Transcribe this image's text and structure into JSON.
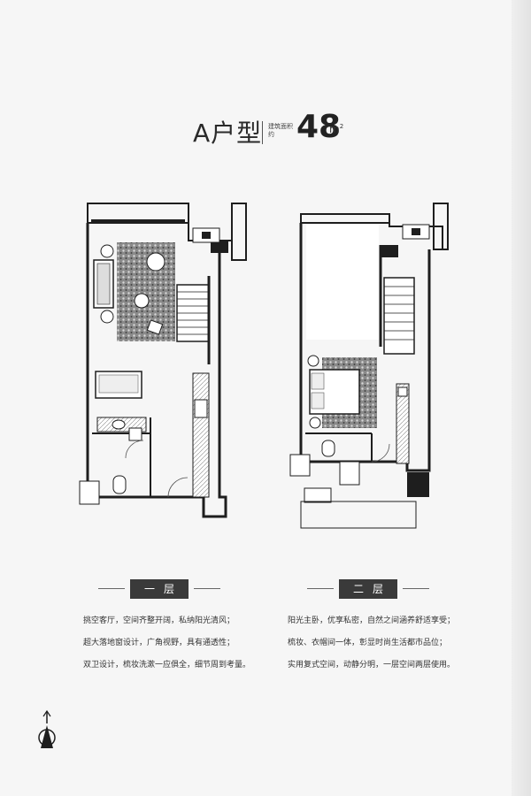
{
  "header": {
    "title": "A户型",
    "area_label": "建筑面积约",
    "area_value": "48",
    "area_unit": "m",
    "area_unit_sup": "2"
  },
  "floors": [
    {
      "badge": "一层",
      "lines": [
        "挑空客厅，空间齐整开阔，私纳阳光清风；",
        "超大落地窗设计，广角视野，具有通透性；",
        "双卫设计，梳妆洗漱一应俱全，细节周到考量。"
      ]
    },
    {
      "badge": "二层",
      "lines": [
        "阳光主卧，优享私密，自然之间涵养舒适享受；",
        "梳妆、衣帽间一体，彰显时尚生活都市品位；",
        "实用复式空间，动静分明，一层空间两层使用。"
      ]
    }
  ],
  "colors": {
    "wall": "#1e1e1e",
    "badge_bg": "#3a3a3a",
    "background": "#f6f6f6"
  }
}
